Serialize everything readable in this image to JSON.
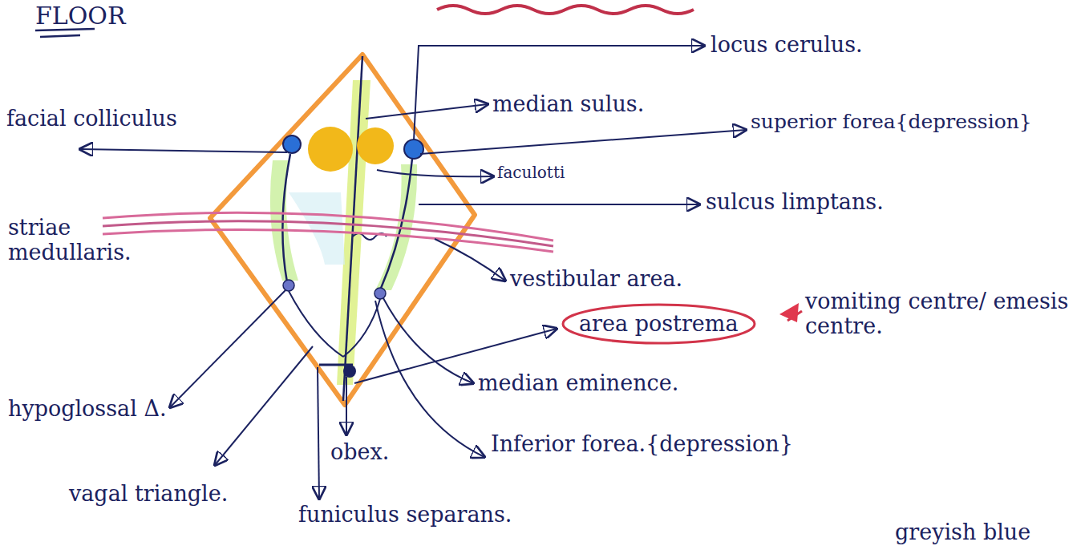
{
  "diagram": {
    "title": "FLOOR",
    "nodes": [
      {
        "text": [
          "area postrema"
        ]
      }
    ],
    "labels": [
      "locus cerulus.",
      "median sulus.",
      "facial colliculus",
      "superior forea{depression}",
      "faculotti",
      "sulcus limptans.",
      "striae medullaris.",
      "vestibular area.",
      "vomiting centre/ emesis centre.",
      "median eminence.",
      "hypoglossal Δ.",
      "obex.",
      "Inferior forea.{depression}",
      "vagal triangle.",
      "funiculus separans.",
      "greyish blue"
    ]
  }
}
